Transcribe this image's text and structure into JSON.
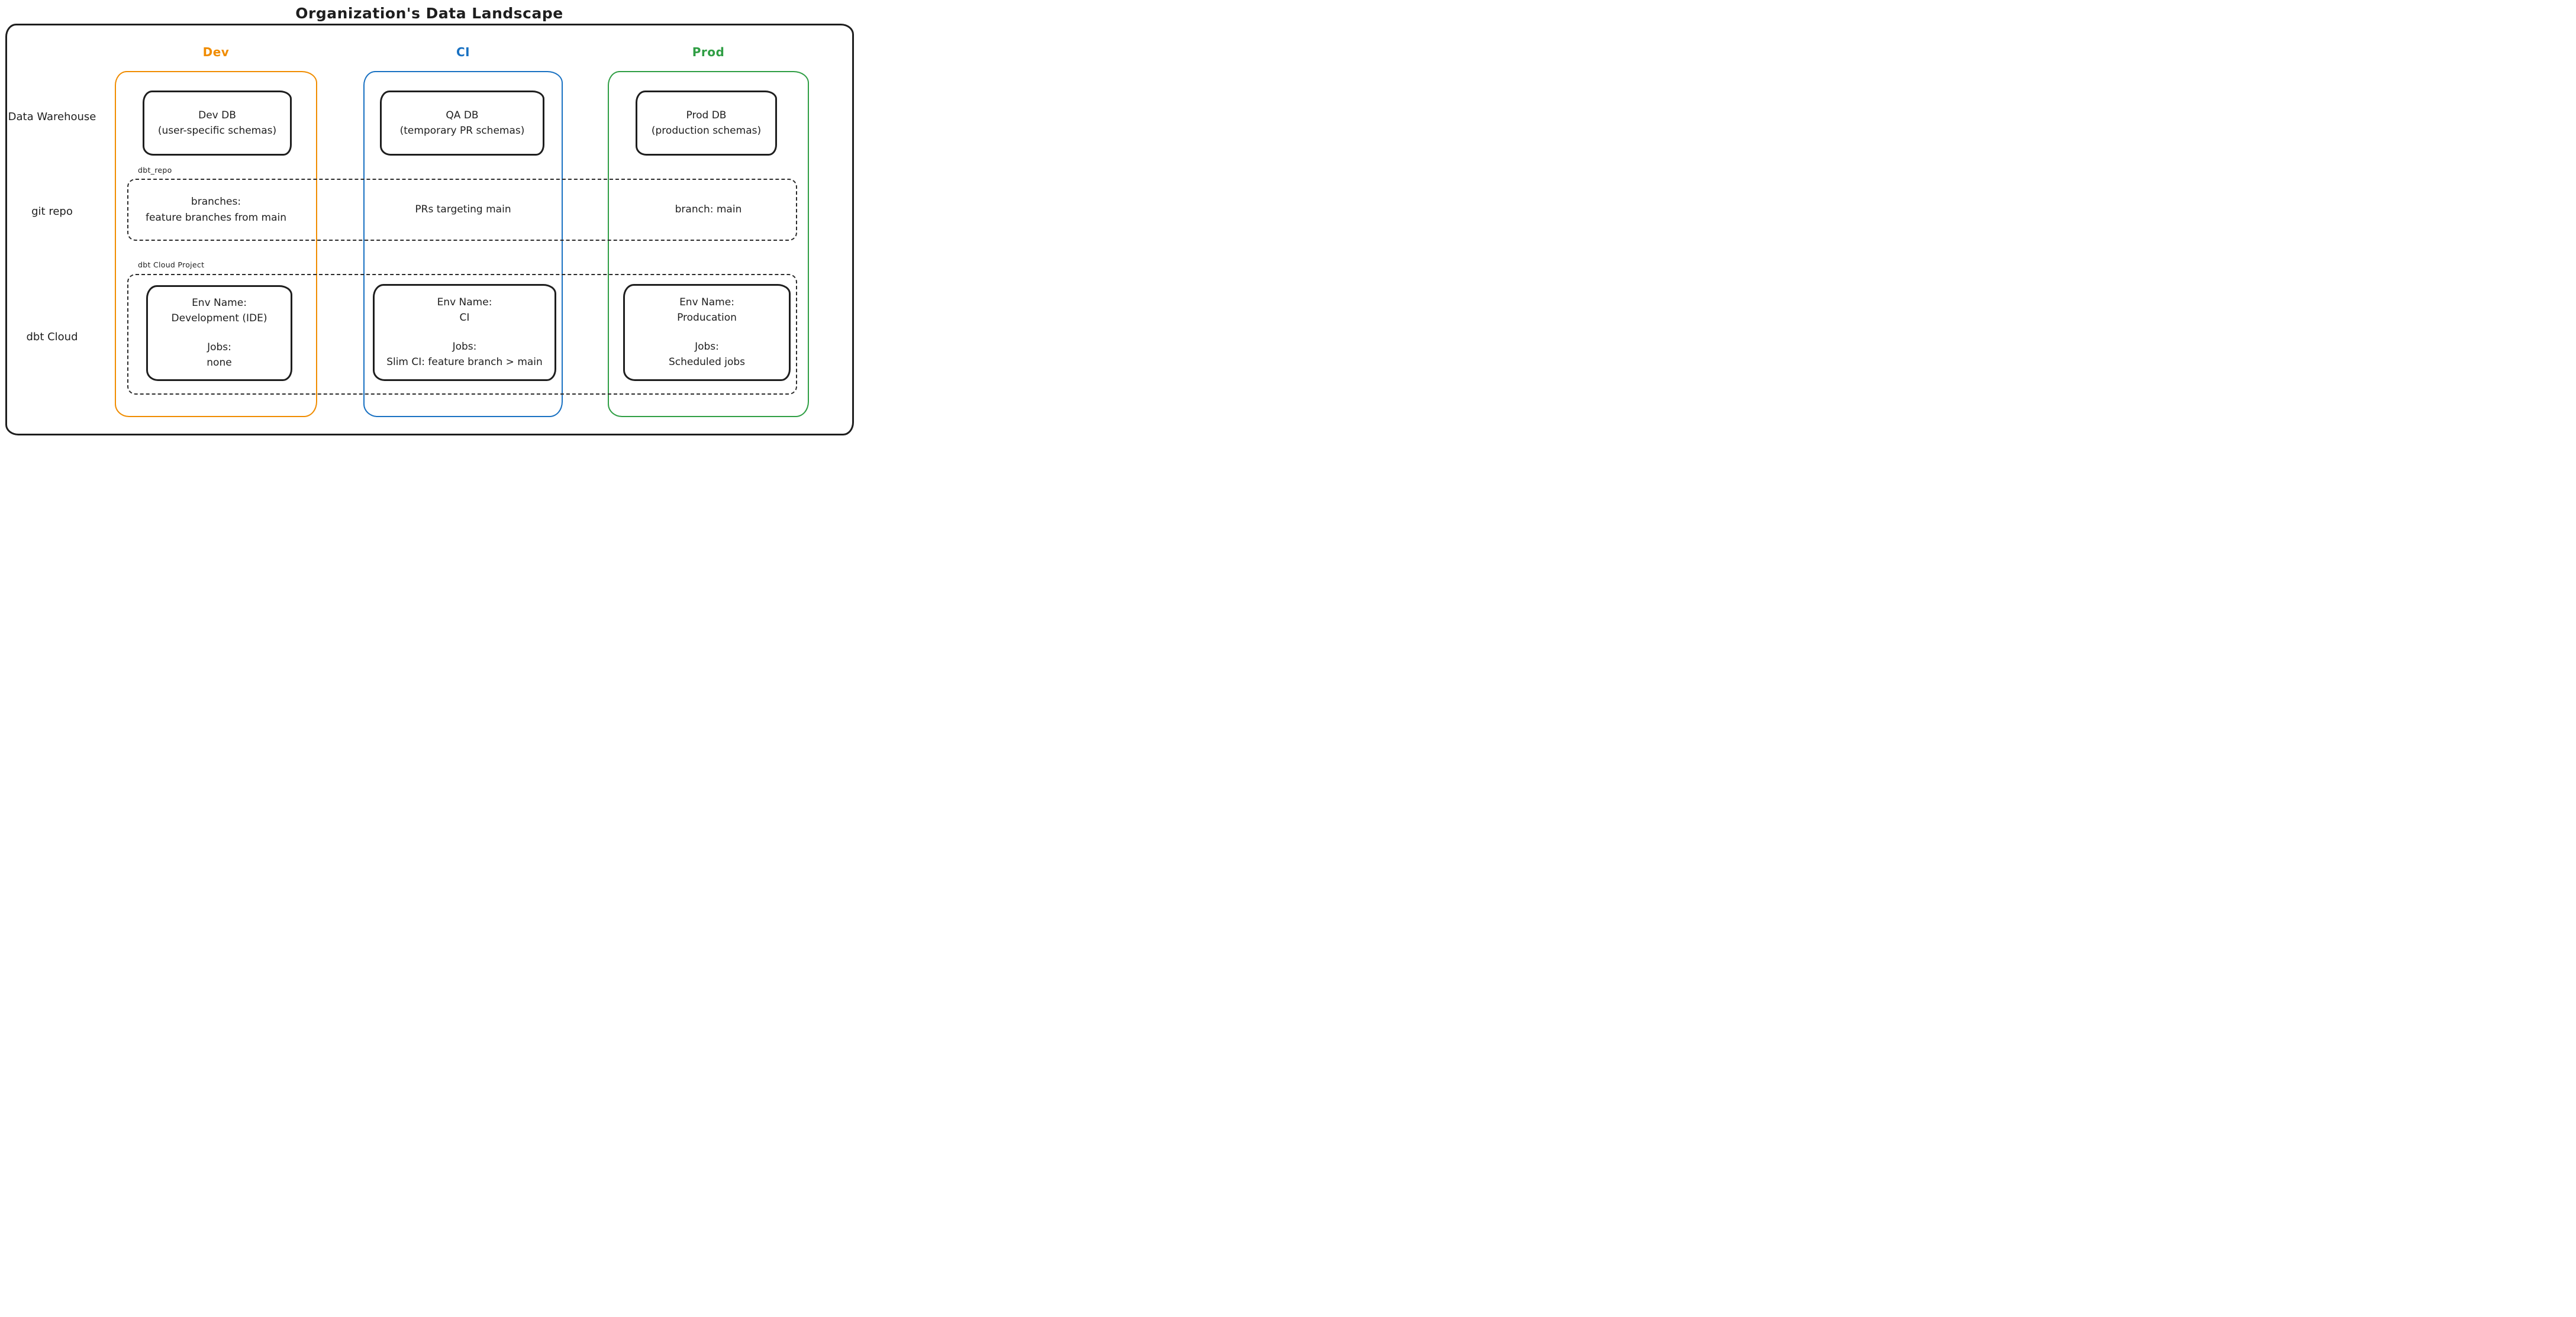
{
  "title": "Organization's Data Landscape",
  "colors": {
    "dev_accent": "#f08c00",
    "ci_accent": "#1971c2",
    "prod_accent": "#2f9e44",
    "ink": "#1e1e1e"
  },
  "row_labels": [
    "Data Warehouse",
    "git repo",
    "dbt Cloud"
  ],
  "sections": {
    "git_repo_label": "dbt_repo",
    "dbt_project_label": "dbt Cloud Project"
  },
  "columns": [
    {
      "label": "Dev",
      "db": {
        "name": "Dev DB",
        "detail": "(user-specific schemas)"
      },
      "git": {
        "line1": "branches:",
        "line2": "feature branches from main"
      },
      "dbt": {
        "env_label": "Env Name:",
        "env": "Development (IDE)",
        "jobs_label": "Jobs:",
        "jobs": "none"
      }
    },
    {
      "label": "CI",
      "db": {
        "name": "QA DB",
        "detail": "(temporary PR schemas)"
      },
      "git": {
        "line1": "PRs targeting main",
        "line2": ""
      },
      "dbt": {
        "env_label": "Env Name:",
        "env": "CI",
        "jobs_label": "Jobs:",
        "jobs": "Slim CI: feature branch > main"
      }
    },
    {
      "label": "Prod",
      "db": {
        "name": "Prod DB",
        "detail": "(production schemas)"
      },
      "git": {
        "line1": "branch: main",
        "line2": ""
      },
      "dbt": {
        "env_label": "Env Name:",
        "env": "Producation",
        "jobs_label": "Jobs:",
        "jobs": "Scheduled jobs"
      }
    }
  ]
}
